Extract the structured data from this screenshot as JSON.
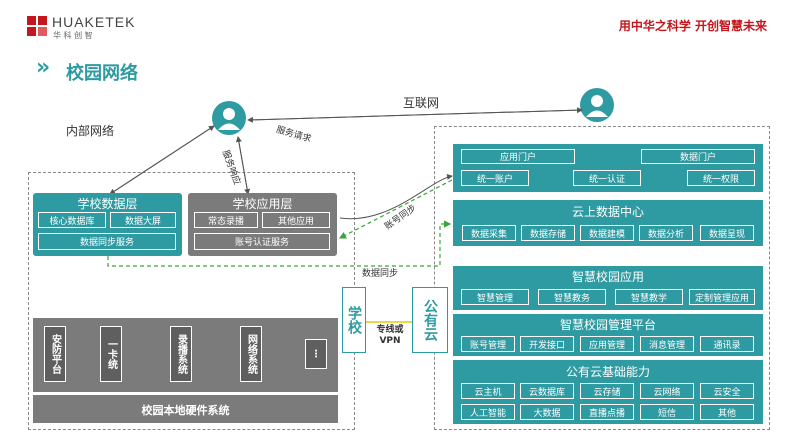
{
  "header": {
    "brand_en": "HUAKETEK",
    "brand_cn": "华 科 创 智",
    "slogan": "用中华之科学  开创智慧未来",
    "page_title": "校园网络",
    "title_chevron": "»"
  },
  "colors": {
    "teal": "#2e9aa1",
    "gray": "#7b7b7b",
    "dark_gray": "#5f5f5f",
    "slogan_red": "#c4161c",
    "green_dash": "#3aa63a"
  },
  "zones": {
    "internal": "内部网络",
    "internet": "互联网"
  },
  "school_data_layer": {
    "title": "学校数据层",
    "items": [
      "核心数据库",
      "数据大屏"
    ],
    "sync": "数据同步服务"
  },
  "school_app_layer": {
    "title": "学校应用层",
    "items": [
      "常态录播",
      "其他应用"
    ],
    "account": "账号认证服务"
  },
  "hardware": {
    "items": [
      "安防平台",
      "一卡统",
      "录播系统",
      "网络系统",
      "⋮"
    ],
    "title": "校园本地硬件系统"
  },
  "link": {
    "school": "学校",
    "cloud": "公有云",
    "label": "专线或VPN"
  },
  "arrows": {
    "service_request": "服务请求",
    "service_response": "服务响应",
    "account_sync": "账号同步",
    "data_sync": "数据同步"
  },
  "cloud": {
    "portal": {
      "app_portal": "应用门户",
      "data_portal": "数据门户",
      "items": [
        "统一账户",
        "统一认证",
        "统一权限"
      ]
    },
    "data_center": {
      "title": "云上数据中心",
      "items": [
        "数据采集",
        "数据存储",
        "数据建模",
        "数据分析",
        "数据呈现"
      ]
    },
    "smart_app": {
      "title": "智慧校园应用",
      "items": [
        "智慧管理",
        "智慧教务",
        "智慧教学",
        "定制管理应用"
      ]
    },
    "mgmt_platform": {
      "title": "智慧校园管理平台",
      "items": [
        "账号管理",
        "开发接口",
        "应用管理",
        "消息管理",
        "通讯录"
      ]
    },
    "infra": {
      "title": "公有云基础能力",
      "row1": [
        "云主机",
        "云数据库",
        "云存储",
        "云网络",
        "云安全"
      ],
      "row2": [
        "人工智能",
        "大数据",
        "直播点播",
        "短信",
        "其他"
      ]
    }
  }
}
